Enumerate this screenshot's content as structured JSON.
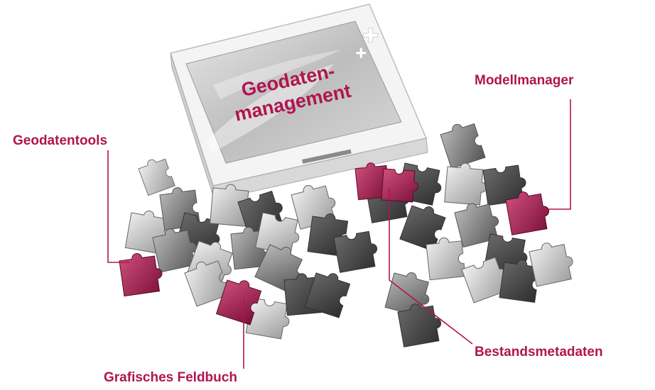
{
  "box": {
    "title_line1": "Geodaten-",
    "title_line2": "management"
  },
  "labels": {
    "geodatentools": "Geodatentools",
    "modellmanager": "Modellmanager",
    "bestandsmetadaten": "Bestandsmetadaten",
    "grafisches_feldbuch": "Grafisches Feldbuch"
  },
  "colors": {
    "accent": "#b0154f",
    "line": "#b0154f"
  }
}
